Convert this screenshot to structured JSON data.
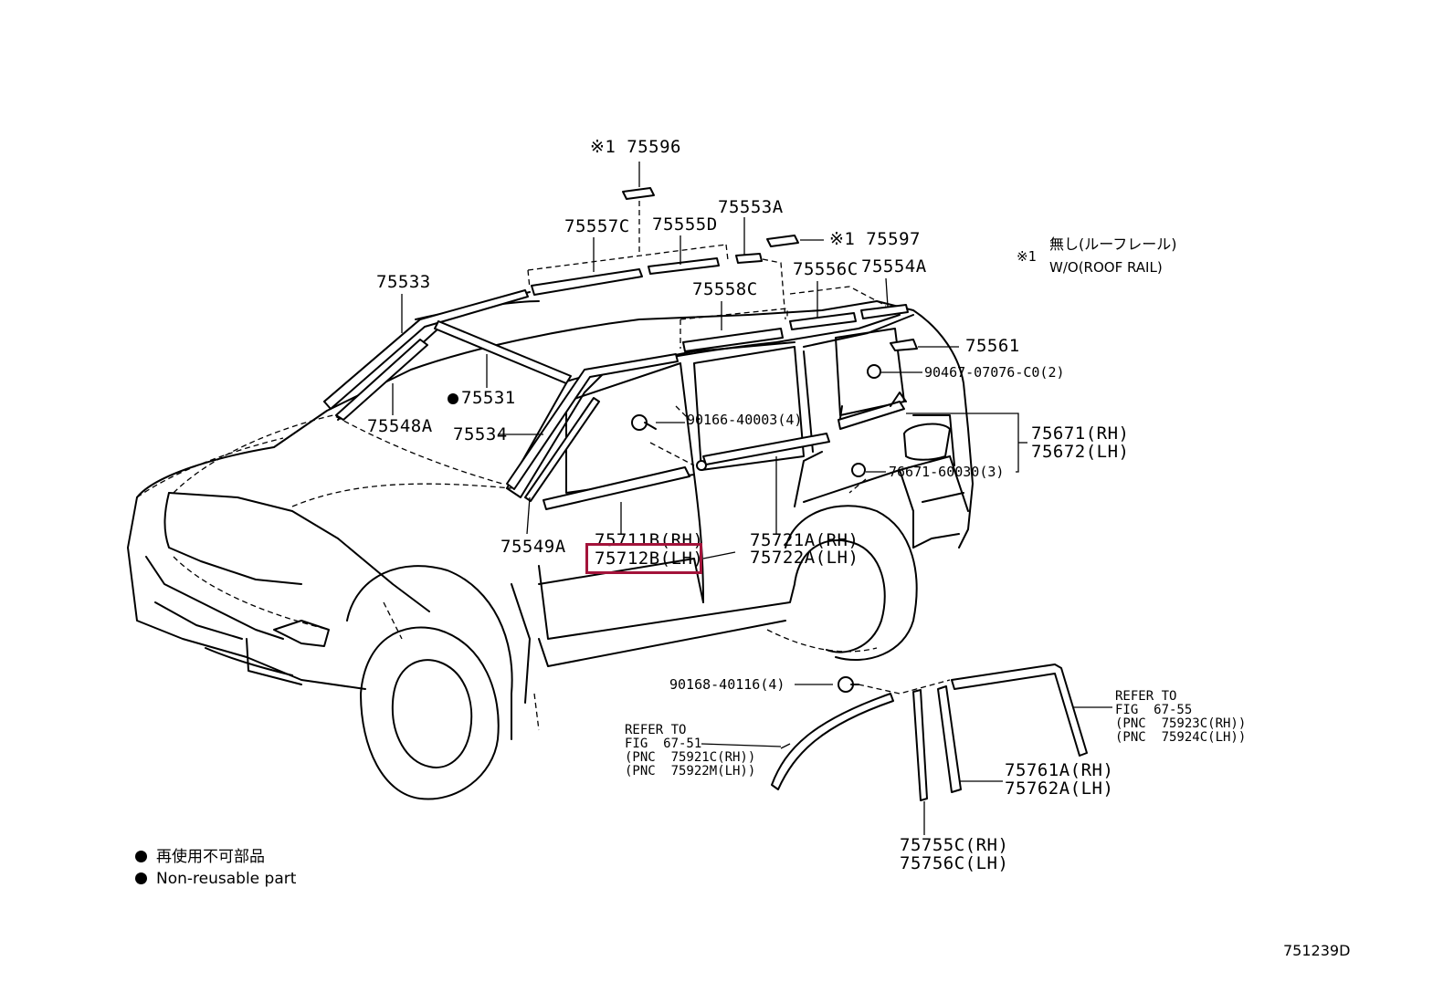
{
  "highlight_color": "#a3133a",
  "labels": {
    "p75596": "※1 75596",
    "p75557c": "75557C",
    "p75555d": "75555D",
    "p75553a": "75553A",
    "p75597": "※1 75597",
    "p75533": "75533",
    "p75558c": "75558C",
    "p75556c": "75556C",
    "p75554a": "75554A",
    "p75561": "75561",
    "p90467": "90467-07076-C0(2)",
    "p75531": "75531",
    "p75548a": "75548A",
    "p90166": "90166-40003(4)",
    "p75534": "75534",
    "p75671": "75671(RH)",
    "p75672": "75672(LH)",
    "p76671": "76671-60030(3)",
    "p75549a": "75549A",
    "p75711b": "75711B(RH)",
    "p75712b": "75712B(LH)",
    "p75721a": "75721A(RH)",
    "p75722a": "75722A(LH)",
    "p90168": "90168-40116(4)",
    "p75761a": "75761A(RH)",
    "p75762a": "75762A(LH)",
    "p75755c": "75755C(RH)",
    "p75756c": "75756C(LH)"
  },
  "note": {
    "mark": "※1",
    "line1": "無し(ルーフレール)",
    "line2": "W/O(ROOF RAIL)"
  },
  "refer_left": {
    "line1": "REFER TO",
    "line2": "FIG  67-51",
    "line3": "(PNC  75921C(RH))",
    "line4": "(PNC  75922M(LH))"
  },
  "refer_right": {
    "line1": "REFER TO",
    "line2": "FIG  67-55",
    "line3": "(PNC  75923C(RH))",
    "line4": "(PNC  75924C(LH))"
  },
  "legend": {
    "jp": "再使用不可部品",
    "en": "Non-reusable part"
  },
  "figure_id": "751239D"
}
